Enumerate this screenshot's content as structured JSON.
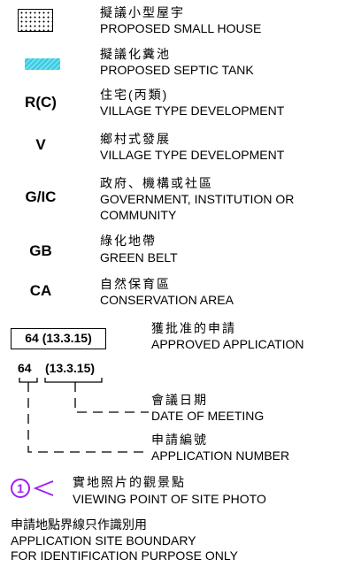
{
  "legend": [
    {
      "zh": "擬議小型屋宇",
      "en": [
        "PROPOSED SMALL HOUSE"
      ]
    },
    {
      "zh": "擬議化糞池",
      "en": [
        "PROPOSED SEPTIC TANK"
      ]
    },
    {
      "code": "R(C)",
      "zh": "住宅(丙類)",
      "en": [
        "VILLAGE TYPE DEVELOPMENT"
      ]
    },
    {
      "code": "V",
      "zh": "鄉村式發展",
      "en": [
        "VILLAGE TYPE DEVELOPMENT"
      ]
    },
    {
      "code": "G/IC",
      "zh": "政府、機構或社區",
      "en": [
        "GOVERNMENT, INSTITUTION OR",
        "COMMUNITY"
      ]
    },
    {
      "code": "GB",
      "zh": "綠化地帶",
      "en": [
        "GREEN BELT"
      ]
    },
    {
      "code": "CA",
      "zh": "自然保育區",
      "en": [
        "CONSERVATION AREA"
      ]
    }
  ],
  "approved": {
    "label": "64  (13.3.15)",
    "zh": "獲批准的申請",
    "en": "APPROVED APPLICATION"
  },
  "sample": {
    "number": "64",
    "date": "(13.3.15)",
    "meeting_zh": "會議日期",
    "meeting_en": "DATE OF MEETING",
    "application_zh": "申請編號",
    "application_en": "APPLICATION NUMBER"
  },
  "viewpoint": {
    "number": "1",
    "zh": "實地照片的觀景點",
    "en": "VIEWING POINT  OF SITE PHOTO",
    "color": "#a020f0"
  },
  "boundary": {
    "zh": "申請地點界線只作識別用",
    "en": [
      "APPLICATION SITE BOUNDARY",
      "FOR IDENTIFICATION PURPOSE ONLY"
    ]
  },
  "colors": {
    "septic_tank": "#38c8e0"
  }
}
